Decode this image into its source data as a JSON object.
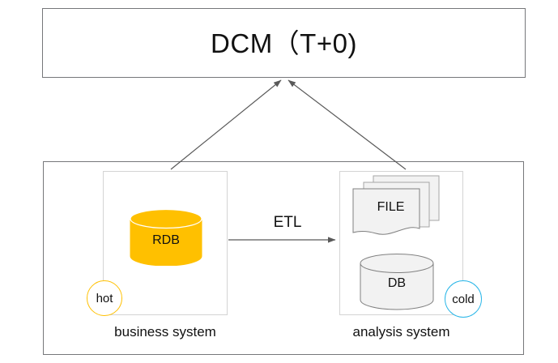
{
  "diagram": {
    "title_box": {
      "label": "DCM（T+0)"
    },
    "systems": [
      {
        "name": "business system",
        "caption": "business system",
        "temperature_badge": "hot",
        "badge_color": "#ffc000",
        "nodes": [
          {
            "label": "RDB",
            "shape": "cylinder",
            "fill": "#ffc000"
          }
        ]
      },
      {
        "name": "analysis system",
        "caption": "analysis system",
        "temperature_badge": "cold",
        "badge_color": "#29b6e8",
        "nodes": [
          {
            "label": "FILE",
            "shape": "document-stack",
            "fill": "#f2f2f2"
          },
          {
            "label": "DB",
            "shape": "cylinder",
            "fill": "#f2f2f2"
          }
        ]
      }
    ],
    "connectors": [
      {
        "label": "ETL",
        "from": "RDB",
        "to": "FILE",
        "direction": "right"
      },
      {
        "label": "",
        "from": "business system",
        "to": "DCM（T+0)",
        "direction": "up"
      },
      {
        "label": "",
        "from": "analysis system",
        "to": "DCM（T+0)",
        "direction": "up"
      }
    ],
    "colors": {
      "box_border": "#76777a",
      "inner_border": "#d4d4d4",
      "hot": "#ffc000",
      "cold": "#29b6e8",
      "node_gray": "#f2f2f2",
      "arrow": "#595959"
    }
  }
}
